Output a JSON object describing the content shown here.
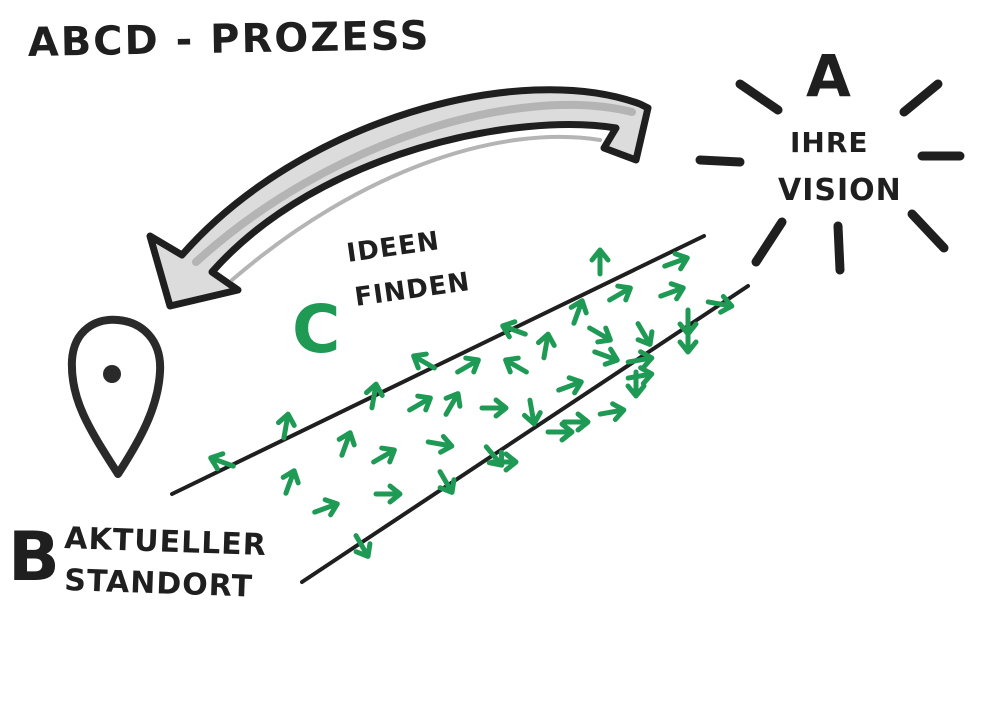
{
  "title": "ABCD - PROZESS",
  "a": {
    "letter": "A",
    "line1": "IHRE",
    "line2": "VISION"
  },
  "b": {
    "letter": "B",
    "line1": "AKTUELLER",
    "line2": "STANDORT"
  },
  "c": {
    "letter": "C",
    "line1": "IDEEN",
    "line2": "FINDEN"
  },
  "colors": {
    "ink": "#1f1f1f",
    "green": "#1e9a55",
    "arrow_fill": "#8a8a8a",
    "paper": "#ffffff"
  },
  "icons": {
    "location": "map-pin-icon",
    "sun": "sun-burst-icon",
    "return_arrow": "curved-arrow-icon"
  }
}
